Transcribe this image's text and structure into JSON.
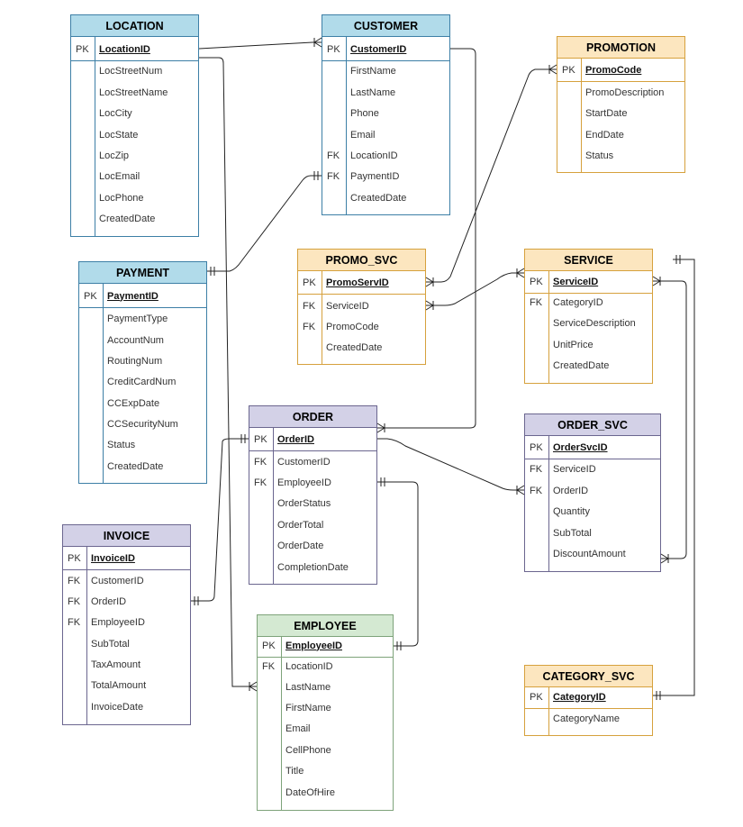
{
  "entities": [
    {
      "name": "LOCATION",
      "style": "blue",
      "fields": [
        {
          "key": "PK",
          "name": "LocationID",
          "pk": true
        },
        {
          "key": "",
          "name": "LocStreetNum"
        },
        {
          "key": "",
          "name": "LocStreetName"
        },
        {
          "key": "",
          "name": "LocCity"
        },
        {
          "key": "",
          "name": "LocState"
        },
        {
          "key": "",
          "name": "LocZip"
        },
        {
          "key": "",
          "name": "LocEmail"
        },
        {
          "key": "",
          "name": "LocPhone"
        },
        {
          "key": "",
          "name": "CreatedDate"
        }
      ]
    },
    {
      "name": "CUSTOMER",
      "style": "blue",
      "fields": [
        {
          "key": "PK",
          "name": "CustomerID",
          "pk": true
        },
        {
          "key": "",
          "name": "FirstName"
        },
        {
          "key": "",
          "name": "LastName"
        },
        {
          "key": "",
          "name": "Phone"
        },
        {
          "key": "",
          "name": "Email"
        },
        {
          "key": "FK",
          "name": "LocationID"
        },
        {
          "key": "FK",
          "name": "PaymentID"
        },
        {
          "key": "",
          "name": "CreatedDate"
        }
      ]
    },
    {
      "name": "PROMOTION",
      "style": "orange",
      "fields": [
        {
          "key": "PK",
          "name": "PromoCode",
          "pk": true
        },
        {
          "key": "",
          "name": "PromoDescription"
        },
        {
          "key": "",
          "name": "StartDate"
        },
        {
          "key": "",
          "name": "EndDate"
        },
        {
          "key": "",
          "name": "Status"
        }
      ]
    },
    {
      "name": "PAYMENT",
      "style": "blue",
      "fields": [
        {
          "key": "PK",
          "name": "PaymentID",
          "pk": true
        },
        {
          "key": "",
          "name": "PaymentType"
        },
        {
          "key": "",
          "name": "AccountNum"
        },
        {
          "key": "",
          "name": "RoutingNum"
        },
        {
          "key": "",
          "name": "CreditCardNum"
        },
        {
          "key": "",
          "name": "CCExpDate"
        },
        {
          "key": "",
          "name": "CCSecurityNum"
        },
        {
          "key": "",
          "name": "Status"
        },
        {
          "key": "",
          "name": "CreatedDate"
        }
      ]
    },
    {
      "name": "PROMO_SVC",
      "style": "orange",
      "fields": [
        {
          "key": "PK",
          "name": "PromoServID",
          "pk": true
        },
        {
          "key": "FK",
          "name": "ServiceID"
        },
        {
          "key": "FK",
          "name": "PromoCode"
        },
        {
          "key": "",
          "name": "CreatedDate"
        }
      ]
    },
    {
      "name": "SERVICE",
      "style": "orange",
      "fields": [
        {
          "key": "PK",
          "name": "ServiceID",
          "pk": true
        },
        {
          "key": "FK",
          "name": "CategoryID"
        },
        {
          "key": "",
          "name": "ServiceDescription"
        },
        {
          "key": "",
          "name": "UnitPrice"
        },
        {
          "key": "",
          "name": "CreatedDate"
        }
      ]
    },
    {
      "name": "ORDER",
      "style": "purple",
      "fields": [
        {
          "key": "PK",
          "name": "OrderID",
          "pk": true
        },
        {
          "key": "FK",
          "name": "CustomerID"
        },
        {
          "key": "FK",
          "name": "EmployeeID"
        },
        {
          "key": "",
          "name": "OrderStatus"
        },
        {
          "key": "",
          "name": "OrderTotal"
        },
        {
          "key": "",
          "name": "OrderDate"
        },
        {
          "key": "",
          "name": "CompletionDate"
        }
      ]
    },
    {
      "name": "ORDER_SVC",
      "style": "purple",
      "fields": [
        {
          "key": "PK",
          "name": "OrderSvcID",
          "pk": true
        },
        {
          "key": "FK",
          "name": "ServiceID"
        },
        {
          "key": "FK",
          "name": "OrderID"
        },
        {
          "key": "",
          "name": "Quantity"
        },
        {
          "key": "",
          "name": "SubTotal"
        },
        {
          "key": "",
          "name": "DiscountAmount"
        }
      ]
    },
    {
      "name": "INVOICE",
      "style": "purple",
      "fields": [
        {
          "key": "PK",
          "name": "InvoiceID",
          "pk": true
        },
        {
          "key": "FK",
          "name": "CustomerID"
        },
        {
          "key": "FK",
          "name": "OrderID"
        },
        {
          "key": "FK",
          "name": "EmployeeID"
        },
        {
          "key": "",
          "name": "SubTotal"
        },
        {
          "key": "",
          "name": "TaxAmount"
        },
        {
          "key": "",
          "name": "TotalAmount"
        },
        {
          "key": "",
          "name": "InvoiceDate"
        }
      ]
    },
    {
      "name": "EMPLOYEE",
      "style": "green",
      "fields": [
        {
          "key": "PK",
          "name": "EmployeeID",
          "pk": true
        },
        {
          "key": "FK",
          "name": "LocationID"
        },
        {
          "key": "",
          "name": "LastName"
        },
        {
          "key": "",
          "name": "FirstName"
        },
        {
          "key": "",
          "name": "Email"
        },
        {
          "key": "",
          "name": "CellPhone"
        },
        {
          "key": "",
          "name": "Title"
        },
        {
          "key": "",
          "name": "DateOfHire"
        }
      ]
    },
    {
      "name": "CATEGORY_SVC",
      "style": "orange",
      "fields": [
        {
          "key": "PK",
          "name": "CategoryID",
          "pk": true
        },
        {
          "key": "",
          "name": "CategoryName"
        }
      ]
    }
  ],
  "relationships": [
    {
      "from": "LOCATION.LocationID",
      "to": "CUSTOMER.CustomerID"
    },
    {
      "from": "LOCATION.LocationID",
      "to": "EMPLOYEE"
    },
    {
      "from": "PAYMENT.PaymentID",
      "to": "CUSTOMER.PaymentID"
    },
    {
      "from": "CUSTOMER.CustomerID",
      "to": "ORDER"
    },
    {
      "from": "PROMOTION.PromoCode",
      "to": "PROMO_SVC.PromoServID"
    },
    {
      "from": "SERVICE.ServiceID",
      "to": "PROMO_SVC.ServiceID"
    },
    {
      "from": "SERVICE.ServiceID",
      "to": "ORDER_SVC.DiscountAmount"
    },
    {
      "from": "CATEGORY_SVC.CategoryID",
      "to": "SERVICE"
    },
    {
      "from": "ORDER.OrderID",
      "to": "ORDER_SVC.OrderID"
    },
    {
      "from": "INVOICE.OrderID",
      "to": "ORDER.OrderID"
    },
    {
      "from": "EMPLOYEE.EmployeeID",
      "to": "ORDER.EmployeeID"
    }
  ]
}
